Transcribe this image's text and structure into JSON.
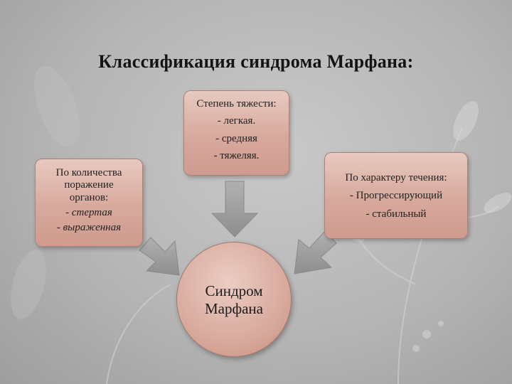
{
  "title": "Классификация синдрома Марфана:",
  "center": {
    "line1": "Синдром",
    "line2": "Марфана"
  },
  "severity": {
    "heading": "Степень тяжести:",
    "items": [
      "- легкая.",
      "- средняя",
      "- тяжеляя."
    ]
  },
  "organs": {
    "heading_lines": [
      "По количества",
      "поражение",
      "органов:"
    ],
    "items": [
      "- стертая",
      "- выраженная"
    ]
  },
  "course": {
    "heading": "По характеру течения:",
    "items": [
      "- Прогрессирующий",
      "- стабильный"
    ]
  },
  "colors": {
    "box_fill": "#d7a99c",
    "box_border": "#a88378",
    "arrow": "#9a9a9a",
    "background": "#b5b5b5"
  }
}
